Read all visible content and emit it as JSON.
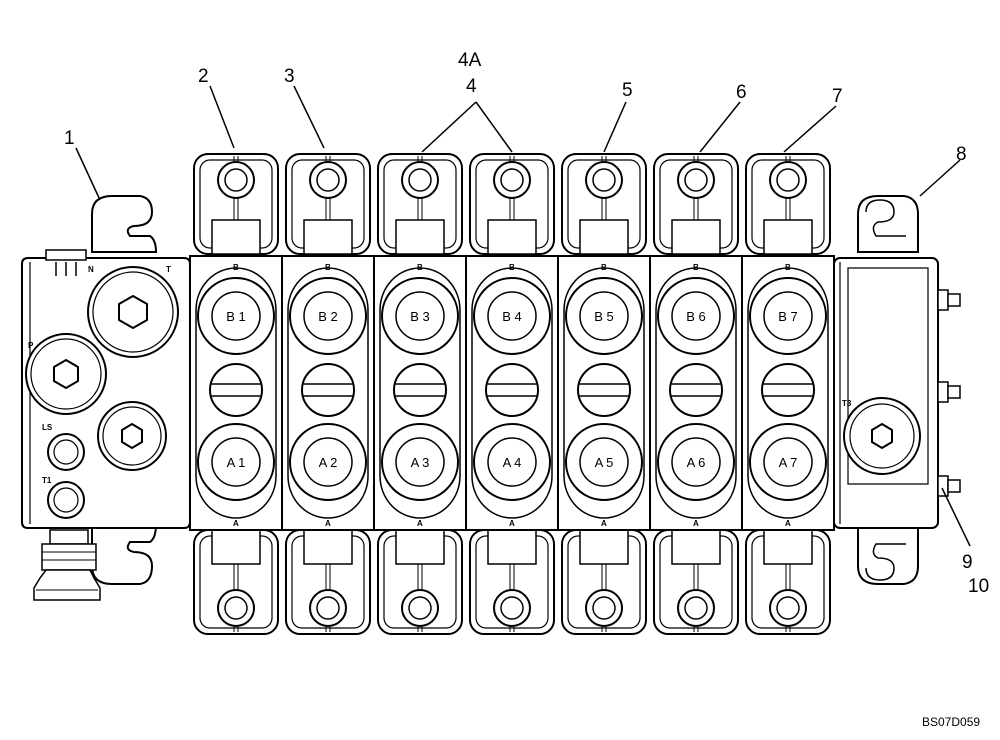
{
  "callouts": {
    "c1": "1",
    "c2": "2",
    "c3": "3",
    "c4a": "4A",
    "c4": "4",
    "c5": "5",
    "c6": "6",
    "c7": "7",
    "c8": "8",
    "c9": "9",
    "c10": "10"
  },
  "inlet_labels": {
    "n": "N",
    "t": "T",
    "p": "P",
    "ls": "LS",
    "t1": "T1"
  },
  "outlet_labels": {
    "t3": "T3"
  },
  "sections": [
    {
      "b": "B 1",
      "a": "A 1",
      "top": "B",
      "bottom": "A"
    },
    {
      "b": "B 2",
      "a": "A 2",
      "top": "B",
      "bottom": "A"
    },
    {
      "b": "B 3",
      "a": "A 3",
      "top": "B",
      "bottom": "A"
    },
    {
      "b": "B 4",
      "a": "A 4",
      "top": "B",
      "bottom": "A"
    },
    {
      "b": "B 5",
      "a": "A 5",
      "top": "B",
      "bottom": "A"
    },
    {
      "b": "B 6",
      "a": "A 6",
      "top": "B",
      "bottom": "A"
    },
    {
      "b": "B 7",
      "a": "A 7",
      "top": "B",
      "bottom": "A"
    }
  ],
  "reference_code": "BS07D059"
}
